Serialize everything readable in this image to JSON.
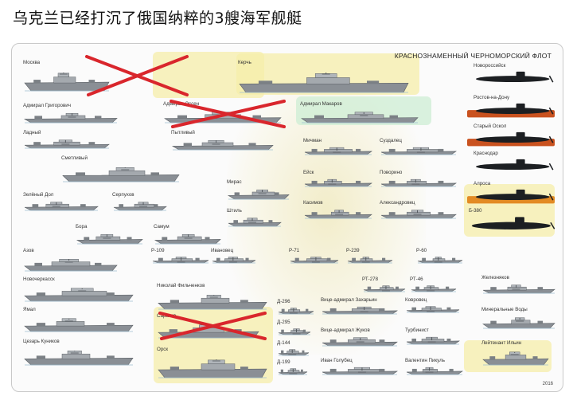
{
  "headline": "乌克兰已经打沉了俄国纳粹的3艘海军舰艇",
  "poster": {
    "title": "КРАСНОЗНАМЕННЫЙ ЧЕРНОМОРСКИЙ ФЛОТ",
    "year": "2016"
  },
  "colors": {
    "cross": "#d9262c",
    "highlight_yellow": "#f5eeaa",
    "highlight_green": "#cdeed4",
    "hull": "#8a8f95"
  },
  "ships": [
    {
      "name": "Москва",
      "status": "sunk"
    },
    {
      "name": "Адмирал Григорович"
    },
    {
      "name": "Ладный"
    },
    {
      "name": "Сметливый"
    },
    {
      "name": "Зелёный Дол"
    },
    {
      "name": "Серпухов"
    },
    {
      "name": "Бора"
    },
    {
      "name": "Самум"
    },
    {
      "name": "Азов"
    },
    {
      "name": "Новочеркасск"
    },
    {
      "name": "Ямал"
    },
    {
      "name": "Цезарь Куников"
    },
    {
      "name": "Керчь"
    },
    {
      "name": "Адмирал Эссен",
      "status": "sunk"
    },
    {
      "name": "Адмирал Макаров"
    },
    {
      "name": "Пытливый"
    },
    {
      "name": "Мирас"
    },
    {
      "name": "Штиль"
    },
    {
      "name": "Р-109"
    },
    {
      "name": "Ивановец"
    },
    {
      "name": "Р-71"
    },
    {
      "name": "Р-239"
    },
    {
      "name": "Р-60"
    },
    {
      "name": "Николай Фильченков"
    },
    {
      "name": "Саратов",
      "status": "sunk"
    },
    {
      "name": "Орск"
    },
    {
      "name": "Д-296"
    },
    {
      "name": "Д-295"
    },
    {
      "name": "Д-144"
    },
    {
      "name": "Д-199"
    },
    {
      "name": "Мичман"
    },
    {
      "name": "Суздалец"
    },
    {
      "name": "Ейск"
    },
    {
      "name": "Поворино"
    },
    {
      "name": "Касимов"
    },
    {
      "name": "Александровец"
    },
    {
      "name": "РТ-278"
    },
    {
      "name": "РТ-46"
    },
    {
      "name": "Вице-адмирал Захарьин"
    },
    {
      "name": "Ковровец"
    },
    {
      "name": "Вице-адмирал Жуков"
    },
    {
      "name": "Турбинист"
    },
    {
      "name": "Иван Голубец"
    },
    {
      "name": "Валентин Пикуль"
    },
    {
      "name": "Железняков"
    },
    {
      "name": "Минеральные Воды"
    },
    {
      "name": "Лейтенант Ильин"
    }
  ],
  "submarines": [
    {
      "name": "Новороссийск"
    },
    {
      "name": "Ростов-на-Дону"
    },
    {
      "name": "Старый Оскол"
    },
    {
      "name": "Краснодар"
    },
    {
      "name": "Алроса"
    },
    {
      "name": "Б-380"
    }
  ]
}
